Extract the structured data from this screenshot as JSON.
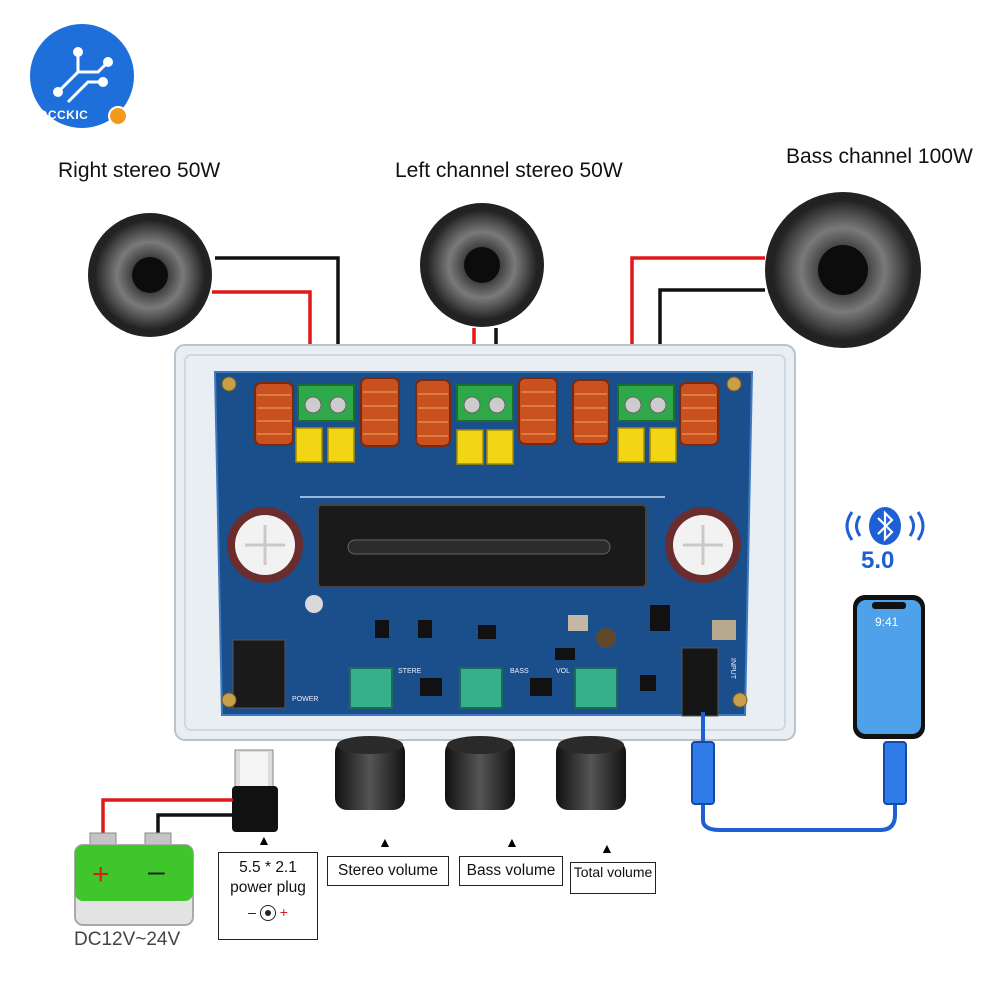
{
  "logo": {
    "text": "OCCKIC"
  },
  "labels": {
    "right_stereo": "Right stereo 50W",
    "left_channel": "Left channel stereo 50W",
    "bass_channel": "Bass channel 100W"
  },
  "bluetooth": {
    "version": "5.0"
  },
  "phone": {
    "time": "9:41"
  },
  "power_plug": {
    "line1": "5.5 * 2.1",
    "line2": "power plug",
    "minus": "–",
    "plus": "+"
  },
  "battery": {
    "plus": "+",
    "minus": "–",
    "voltage": "DC12V~24V"
  },
  "knobs": {
    "stereo_volume": "Stereo volume",
    "bass_volume": "Bass volume",
    "total_volume": "Total volume"
  },
  "board_silk": {
    "power": "POWER",
    "stere": "STERE",
    "bass": "BASS",
    "vol": "VOL",
    "input": "INPUT"
  },
  "colors": {
    "wire_red": "#e0191b",
    "wire_black": "#111111",
    "board_blue": "#1b4f8c",
    "battery_green": "#3fc62c",
    "cable_blue": "#1f5fd6"
  }
}
